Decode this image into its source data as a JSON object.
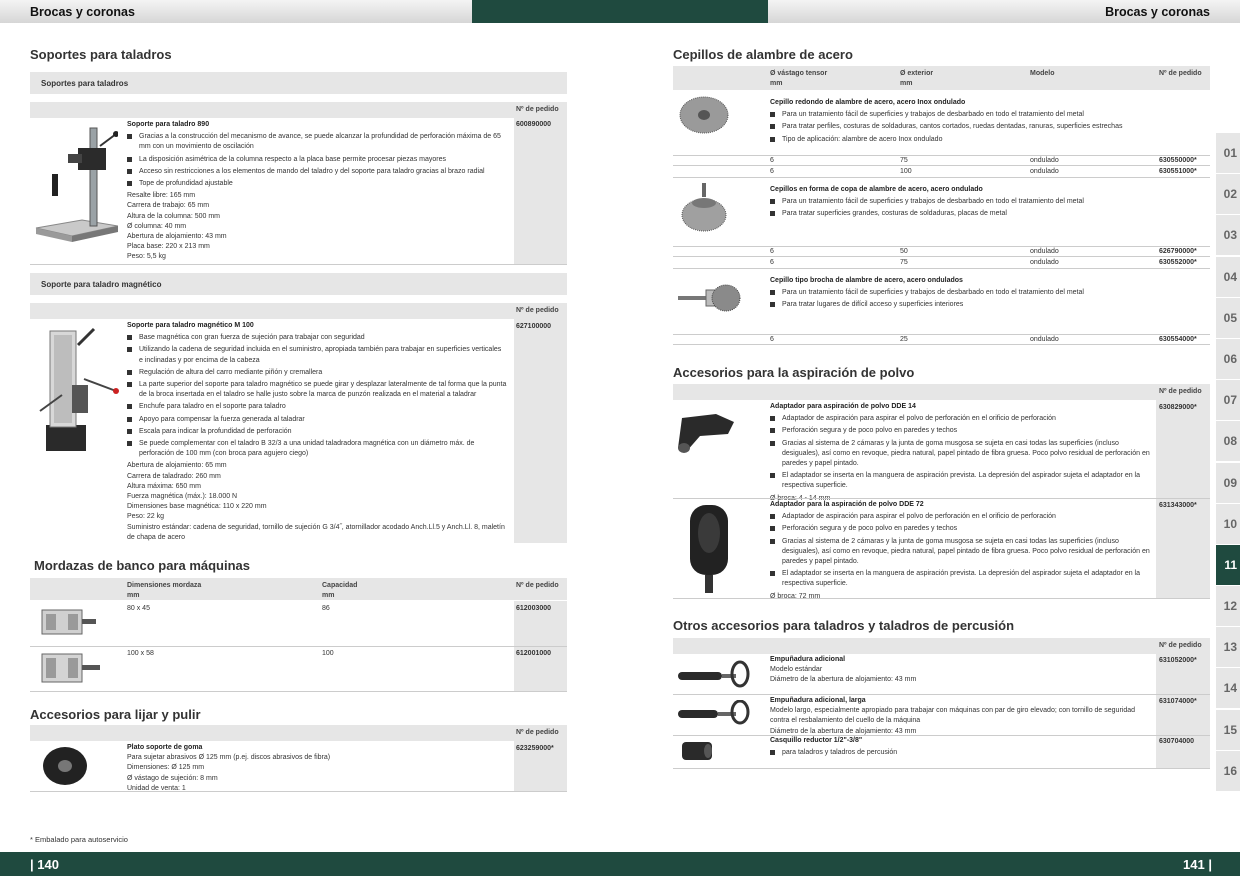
{
  "header": {
    "left_title": "Brocas y coronas",
    "right_title": "Brocas y coronas"
  },
  "footer": {
    "left_page": "| 140",
    "right_page": "141 |",
    "note": "* Embalado para autoservicio"
  },
  "tabs": [
    "01",
    "02",
    "03",
    "04",
    "05",
    "06",
    "07",
    "08",
    "09",
    "10",
    "11",
    "12",
    "13",
    "14",
    "15",
    "16"
  ],
  "active_tab": "11",
  "left": {
    "soportes": {
      "title": "Soportes para taladros",
      "bar1": "Soportes para taladros",
      "order_label": "Nº de pedido",
      "p890": {
        "name": "Soporte para taladro 890",
        "bullets": [
          "Gracias a la construcción del mecanismo de avance, se puede alcanzar la profundidad de perforación máxima de 65 mm con un movimiento de oscilación",
          "La disposición asimétrica de la columna respecto a la placa base permite procesar piezas mayores",
          "Acceso sin restricciones a los elementos de mando del taladro y del soporte para taladro gracias al brazo radial",
          "Tope de profundidad ajustable"
        ],
        "specs": [
          "Resalte libre: 165 mm",
          "Carrera de trabajo: 65 mm",
          "Altura de la columna: 500 mm",
          "Ø columna: 40 mm",
          "Abertura de alojamiento: 43 mm",
          "Placa base: 220 x 213 mm",
          "Peso: 5,5 kg"
        ],
        "order": "600890000"
      },
      "bar2": "Soporte para taladro magnético",
      "m100": {
        "name": "Soporte para taladro magnético M 100",
        "bullets": [
          "Base magnética con gran fuerza de sujeción para trabajar con seguridad",
          "Utilizando la cadena de seguridad incluida en el suministro, apropiada también para trabajar en superficies verticales e inclinadas y por encima de la cabeza",
          "Regulación de altura del carro mediante piñón y cremallera",
          "La parte superior del soporte para taladro magnético se puede girar y desplazar lateralmente de tal forma que la punta de la broca insertada en el taladro se halle justo sobre la marca de punzón realizada en el material a taladrar",
          "Enchufe para taladro en el soporte para taladro",
          "Apoyo para compensar la fuerza generada al taladrar",
          "Escala para indicar la profundidad de perforación",
          "Se puede complementar con el taladro B 32/3 a una unidad taladradora magnética con un diámetro máx. de perforación de 100 mm (con broca para agujero ciego)"
        ],
        "specs": [
          "Abertura de alojamiento: 65 mm",
          "Carrera de taladrado: 260 mm",
          "Altura máxima: 650 mm",
          "Fuerza magnética (máx.): 18.000 N",
          "Dimensiones base magnética: 110 x 220 mm",
          "Peso: 22 kg",
          "Suministro estándar: cadena de seguridad, tornillo de sujeción G 3/4˝, atornillador acodado Anch.Ll.5 y Anch.Ll. 8, maletín de chapa de acero"
        ],
        "order": "627100000"
      }
    },
    "mordazas": {
      "title": "Mordazas de banco para máquinas",
      "col1": "Dimensiones mordaza",
      "col1_unit": "mm",
      "col2": "Capacidad",
      "col2_unit": "mm",
      "order_label": "Nº de pedido",
      "rows": [
        {
          "dims": "80 x 45",
          "cap": "86",
          "order": "612003000"
        },
        {
          "dims": "100 x 58",
          "cap": "100",
          "order": "612001000"
        }
      ]
    },
    "lijar": {
      "title": "Accesorios para lijar y pulir",
      "order_label": "Nº de pedido",
      "name": "Plato soporte de goma",
      "lines": [
        "Para sujetar abrasivos Ø 125 mm (p.ej. discos abrasivos de fibra)",
        "Dimensiones: Ø 125 mm",
        "Ø vástago de sujeción: 8 mm",
        "Unidad de venta: 1"
      ],
      "order": "623259000*"
    }
  },
  "right": {
    "cepillos": {
      "title": "Cepillos de alambre de acero",
      "col1": "Ø vástago tensor",
      "col1_unit": "mm",
      "col2": "Ø exterior",
      "col2_unit": "mm",
      "col3": "Modelo",
      "col4": "Nº de pedido",
      "items": [
        {
          "name": "Cepillo redondo de alambre de acero, acero Inox ondulado",
          "bullets": [
            "Para un tratamiento fácil de superficies y trabajos de desbarbado en todo el tratamiento del metal",
            "Para tratar perfiles, costuras de soldaduras, cantos cortados, ruedas dentadas, ranuras, superficies estrechas",
            "Tipo de aplicación: alambre de acero Inox ondulado"
          ],
          "rows": [
            [
              "6",
              "75",
              "ondulado",
              "630550000*"
            ],
            [
              "6",
              "100",
              "ondulado",
              "630551000*"
            ]
          ]
        },
        {
          "name": "Cepillos en forma de copa de alambre de acero, acero ondulado",
          "bullets": [
            "Para un tratamiento fácil de superficies y trabajos de desbarbado en todo el tratamiento del metal",
            "Para tratar superficies grandes, costuras de soldaduras, placas de metal"
          ],
          "rows": [
            [
              "6",
              "50",
              "ondulado",
              "626790000*"
            ],
            [
              "6",
              "75",
              "ondulado",
              "630552000*"
            ]
          ]
        },
        {
          "name": "Cepillo tipo brocha de alambre de acero, acero ondulados",
          "bullets": [
            "Para un tratamiento fácil de superficies y trabajos de desbarbado en todo el tratamiento del metal",
            "Para tratar lugares de difícil acceso y superficies interiores"
          ],
          "rows": [
            [
              "6",
              "25",
              "ondulado",
              "630554000*"
            ]
          ]
        }
      ]
    },
    "aspiracion": {
      "title": "Accesorios para la aspiración de polvo",
      "order_label": "Nº de pedido",
      "dde14": {
        "name": "Adaptador para aspiración de polvo DDE 14",
        "bullets": [
          "Adaptador de aspiración para aspirar el polvo de perforación en el orificio de perforación",
          "Perforación segura y de poco polvo en paredes y techos",
          "Gracias al sistema de 2 cámaras y la junta de goma musgosa se sujeta en casi todas las superficies (incluso desiguales), así como en revoque, piedra natural, papel pintado de fibra gruesa. Poco polvo residual de perforación en paredes y papel pintado.",
          "El adaptador se inserta en la manguera de aspiración prevista. La depresión del aspirador sujeta el adaptador en la respectiva superficie."
        ],
        "spec": "Ø broca: 4 - 14 mm",
        "order": "630829000*"
      },
      "dde72": {
        "name": "Adaptador para la aspiración de polvo DDE 72",
        "bullets": [
          "Adaptador de aspiración para aspirar el polvo de perforación en el orificio de perforación",
          "Perforación segura y de poco polvo en paredes y techos",
          "Gracias al sistema de 2 cámaras y la junta de goma musgosa se sujeta en casi todas las superficies (incluso desiguales), así como en revoque, piedra natural, papel pintado de fibra gruesa. Poco polvo residual de perforación en paredes y papel pintado.",
          "El adaptador se inserta en la manguera de aspiración prevista. La depresión del aspirador sujeta el adaptador en la respectiva superficie."
        ],
        "spec": "Ø broca: 72 mm",
        "order": "631343000*"
      }
    },
    "otros": {
      "title": "Otros accesorios para taladros y taladros de percusión",
      "order_label": "Nº de pedido",
      "items": [
        {
          "name": "Empuñadura adicional",
          "lines": [
            "Modelo estándar",
            "Diámetro de la abertura de alojamiento: 43 mm"
          ],
          "order": "631052000*"
        },
        {
          "name": "Empuñadura adicional, larga",
          "lines": [
            "Modelo largo, especialmente apropiado para trabajar con máquinas con par de giro elevado; con tornillo de seguridad contra el resbalamiento del cuello de la máquina",
            "Diámetro de la abertura de alojamiento: 43 mm"
          ],
          "order": "631074000*"
        },
        {
          "name": "Casquillo reductor 1/2\"-3/8\"",
          "bullets": [
            "para taladros y taladros de percusión"
          ],
          "order": "630704000"
        }
      ]
    }
  }
}
